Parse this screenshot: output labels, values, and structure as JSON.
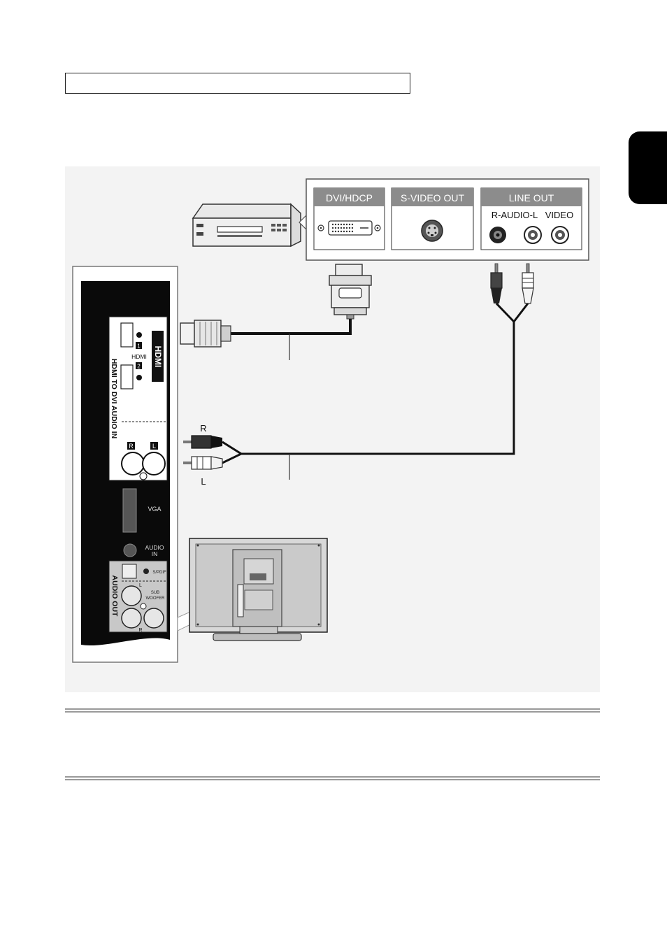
{
  "source_panel": {
    "dvi_label": "DVI/HDCP",
    "svideo_label": "S-VIDEO OUT",
    "lineout_label": "LINE OUT",
    "audio_label": "R-AUDIO-L",
    "video_label": "VIDEO"
  },
  "tv_panel": {
    "hdmi_label": "HDMI",
    "hdmi_port1": "1",
    "hdmi_port2": "2",
    "hdmi_logo": "HDMI",
    "hdmi_dvi_audio_label": "HDMI TO DVI AUDIO IN",
    "port_r": "R",
    "port_l": "L",
    "vga_label": "VGA",
    "audio_in_label": "AUDIO IN",
    "audio_in_line1": "AUDIO",
    "audio_in_line2": "IN",
    "audio_out_label": "AUDIO OUT",
    "spdif_label": "S/PDIF",
    "sub_line1": "SUB",
    "sub_line2": "WOOFER",
    "small_l": "L",
    "small_r": "R"
  },
  "cable_labels": {
    "r": "R",
    "l": "L"
  },
  "colors": {
    "panel_header": "#8c8c8c",
    "tv_panel": "#0a0a0a",
    "diagram_bg": "#f3f3f3"
  }
}
